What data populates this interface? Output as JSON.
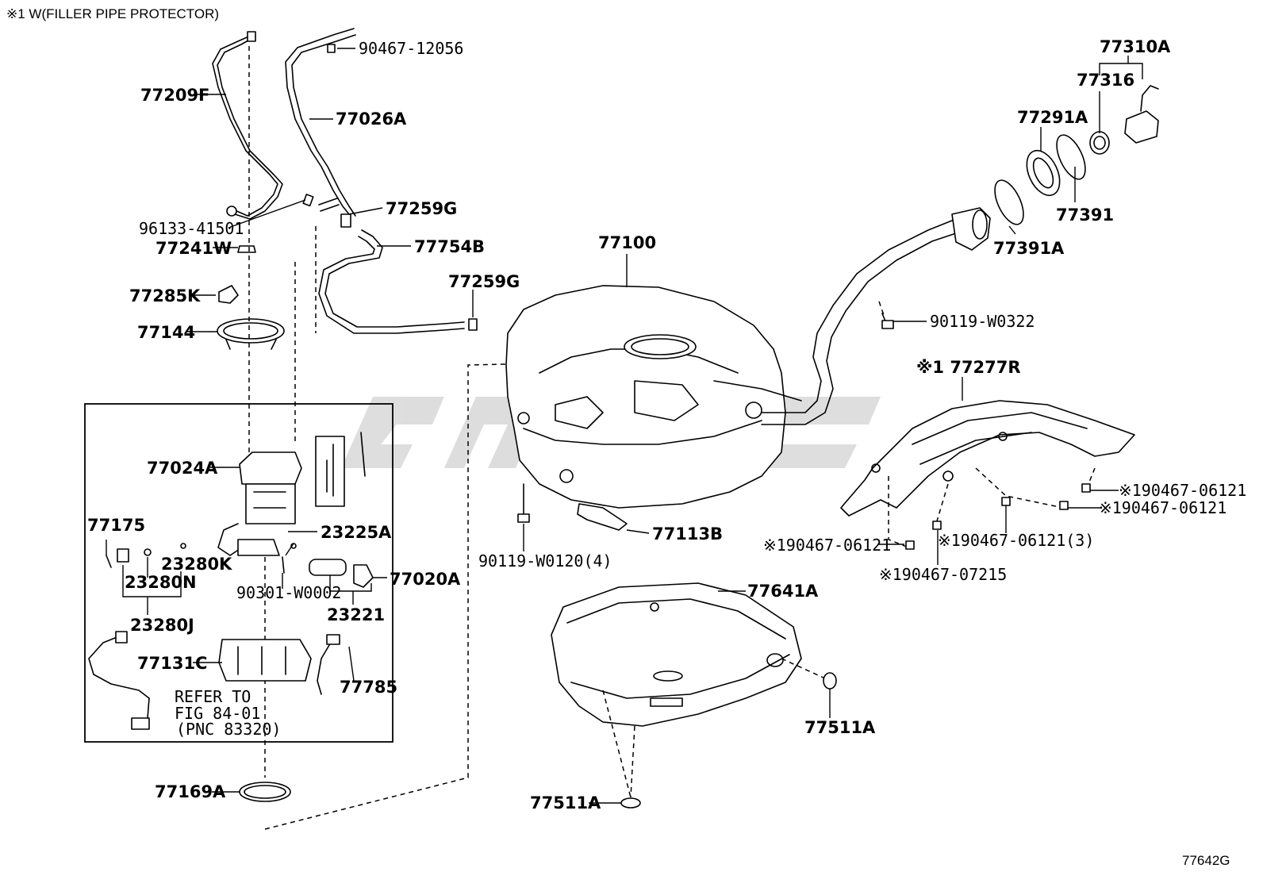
{
  "header_note": "※1 W(FILLER PIPE PROTECTOR)",
  "figure_code": "77642G",
  "watermark_text": "CAR",
  "refer_note": {
    "line1": "REFER TO",
    "line2": "FIG 84-01",
    "line3": "(PNC 83320)"
  },
  "labels": {
    "p90467_12056": "90467-12056",
    "p77209F": "77209F",
    "p77026A": "77026A",
    "p96133_41501": "96133-41501",
    "p77259G_top": "77259G",
    "p77241W": "77241W",
    "p77754B": "77754B",
    "p77259G_mid": "77259G",
    "p77285K": "77285K",
    "p77144": "77144",
    "p77100": "77100",
    "p77310A": "77310A",
    "p77316": "77316",
    "p77291A": "77291A",
    "p77391": "77391",
    "p77391A": "77391A",
    "p90119_W0322": "90119-W0322",
    "p77277R": "※1 77277R",
    "p77024A": "77024A",
    "p77175": "77175",
    "p23225A": "23225A",
    "p23280K": "23280K",
    "p23280N": "23280N",
    "p77020A": "77020A",
    "p90301_W0002": "90301-W0002",
    "p23221": "23221",
    "p23280J": "23280J",
    "p77131C": "77131C",
    "p77785": "77785",
    "p90119_W0120": "90119-W0120(4)",
    "p77113B": "77113B",
    "p90467_06121_a": "※190467-06121",
    "p90467_06121_b": "※190467-06121",
    "p90467_06121_c": "※190467-06121",
    "p90467_06121_3": "※190467-06121(3)",
    "p90467_07215": "※190467-07215",
    "p77641A": "77641A",
    "p77511A_right": "77511A",
    "p77511A_bottom": "77511A",
    "p77169A": "77169A"
  }
}
